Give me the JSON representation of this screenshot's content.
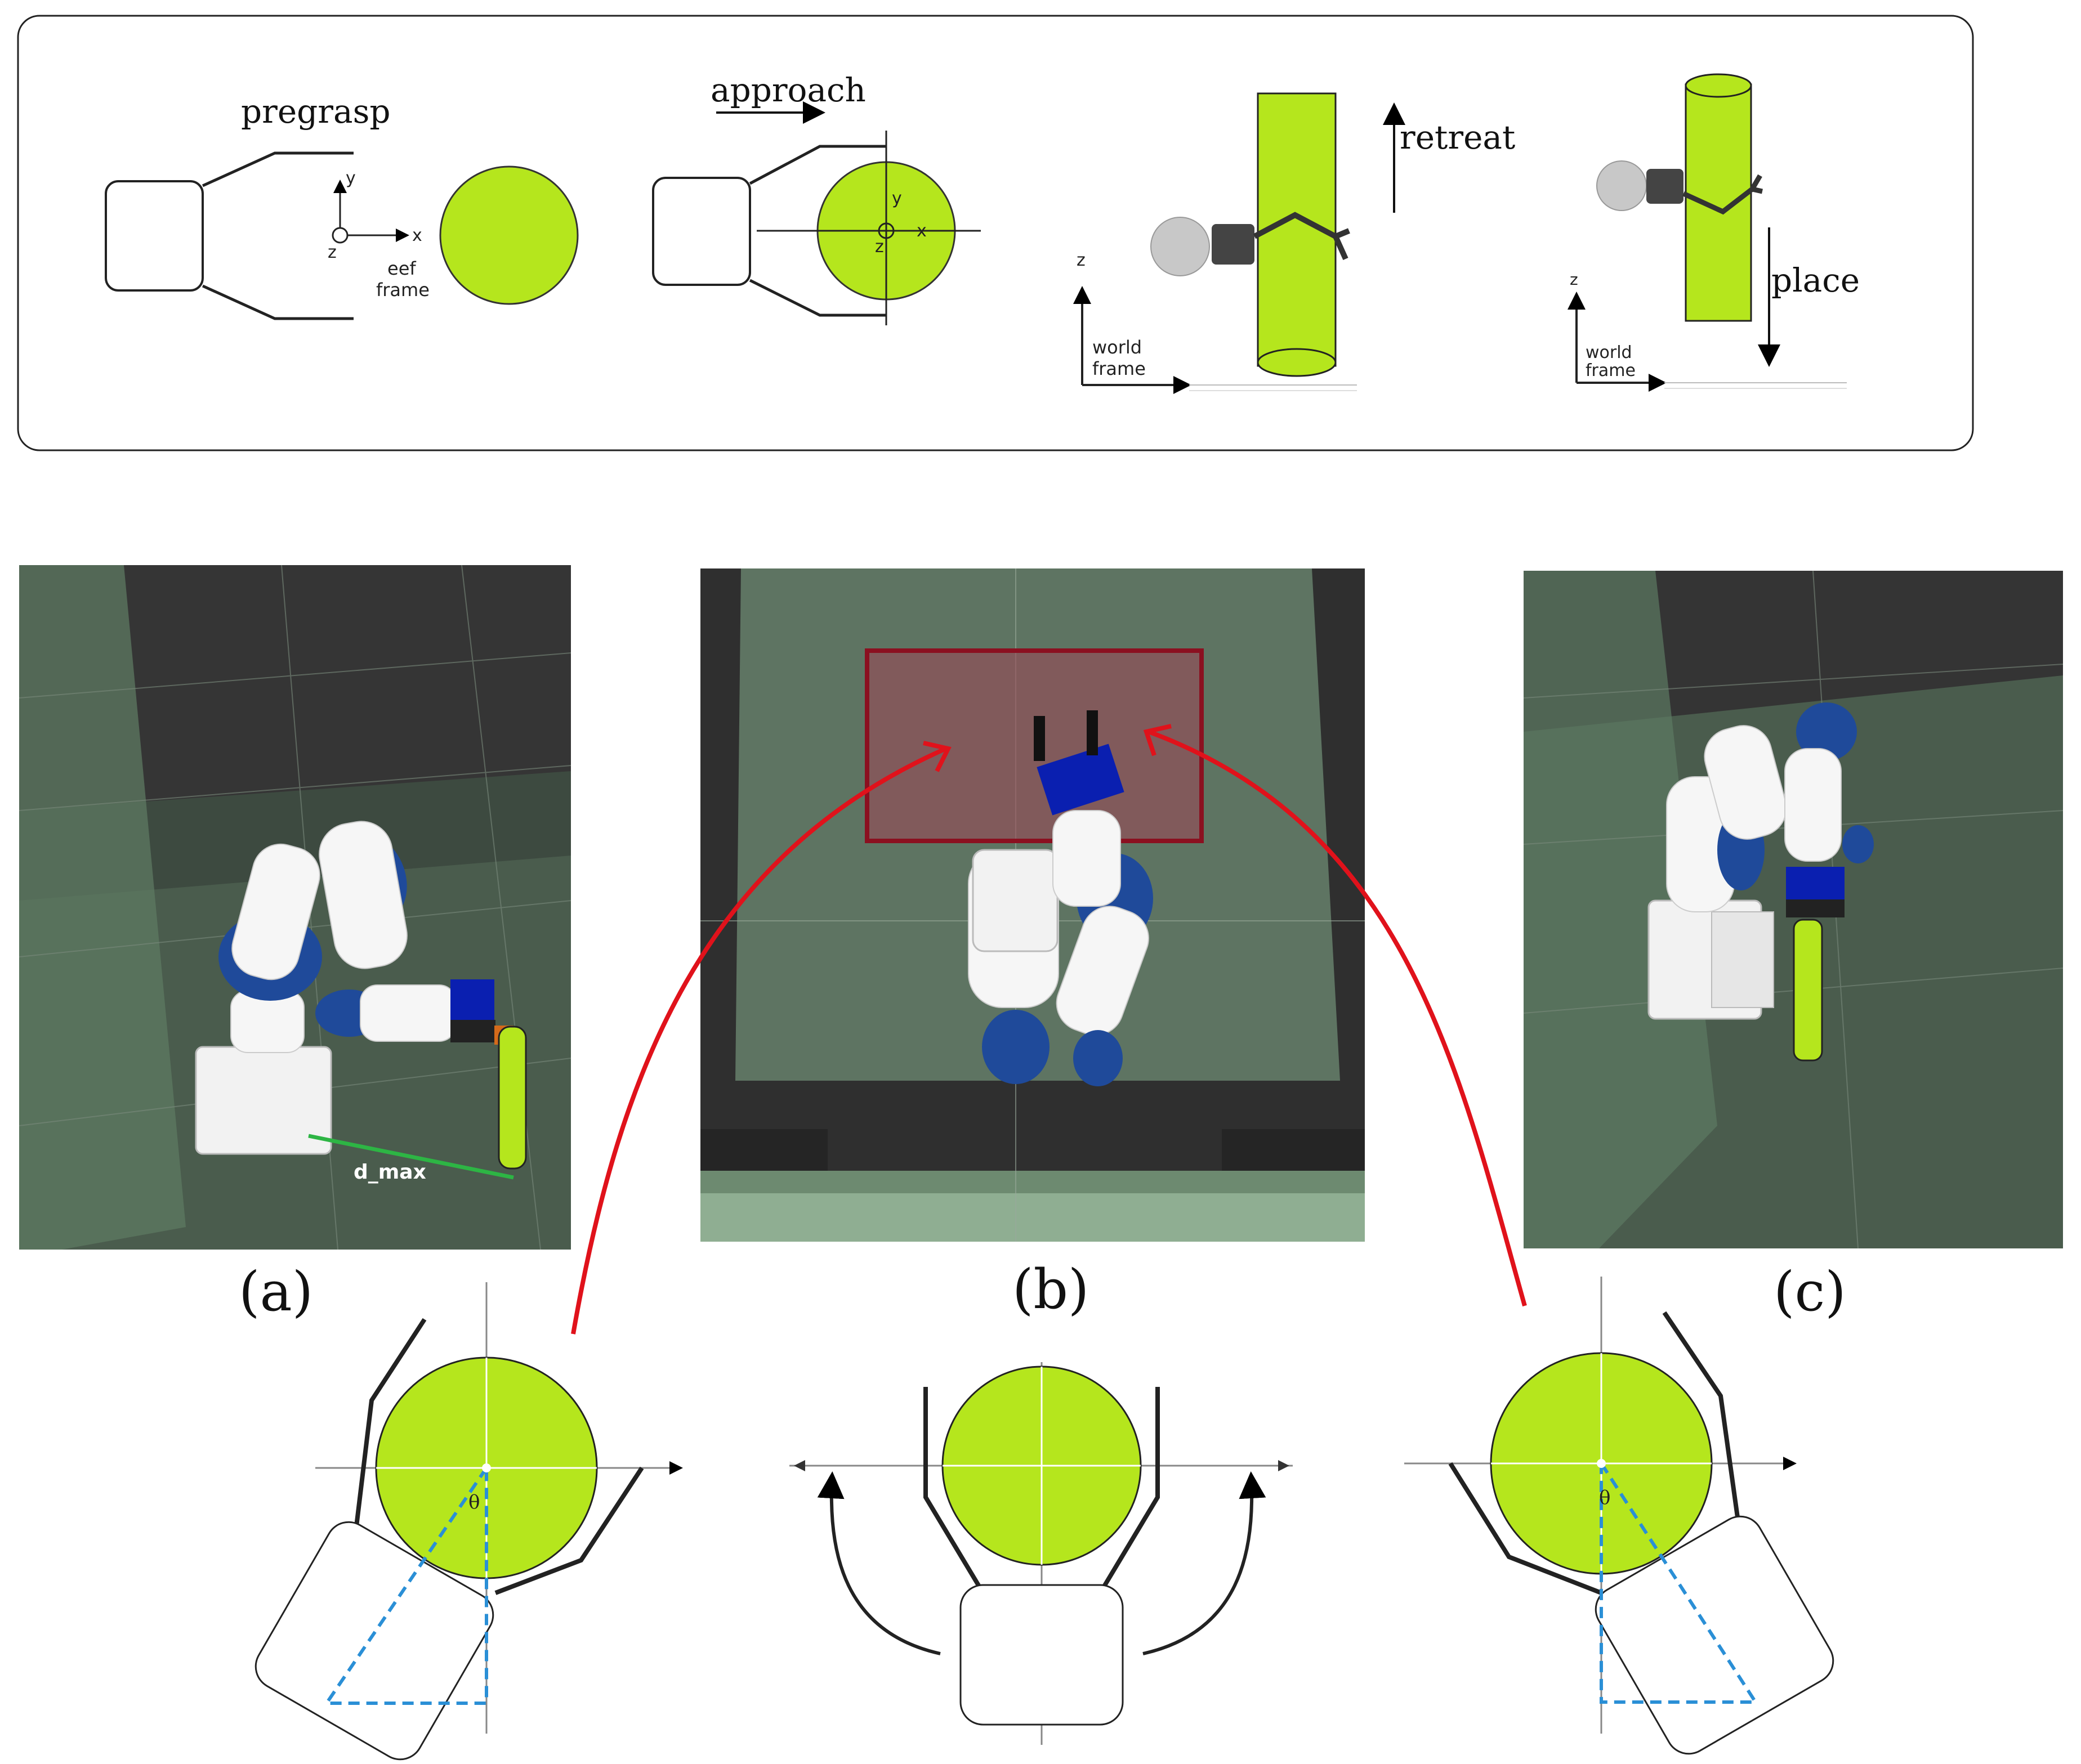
{
  "top_panel": {
    "pregrasp_label": "pregrasp",
    "approach_label": "approach",
    "retreat_label": "retreat",
    "place_label": "place",
    "eef_axes": {
      "x": "x",
      "y": "y",
      "z": "z"
    },
    "eef_frame_label_line1": "eef",
    "eef_frame_label_line2": "frame",
    "approach_axes": {
      "x": "x",
      "y": "y",
      "z": "z"
    },
    "world_axis_z": "z",
    "world_frame_label_line1": "world",
    "world_frame_label_line2": "frame",
    "world_axis_z_2": "z",
    "world_frame_label_2_line1": "world",
    "world_frame_label_2_line2": "frame"
  },
  "screens": {
    "a_label": "(a)",
    "b_label": "(b)",
    "c_label": "(c)",
    "d_max_label": "d_max"
  },
  "grasp_diagrams": {
    "theta_left": "θ",
    "theta_right": "θ"
  },
  "colors": {
    "object_green": "#b5e61d",
    "robot_blue": "#1f4a9a",
    "gripper_blue": "#0a1fb0",
    "scene_dark": "#323232",
    "scene_green": "#5e7462",
    "red_arrow": "#e0121b",
    "region_border": "#8b1020",
    "dashed_blue": "#2a8fd6"
  }
}
